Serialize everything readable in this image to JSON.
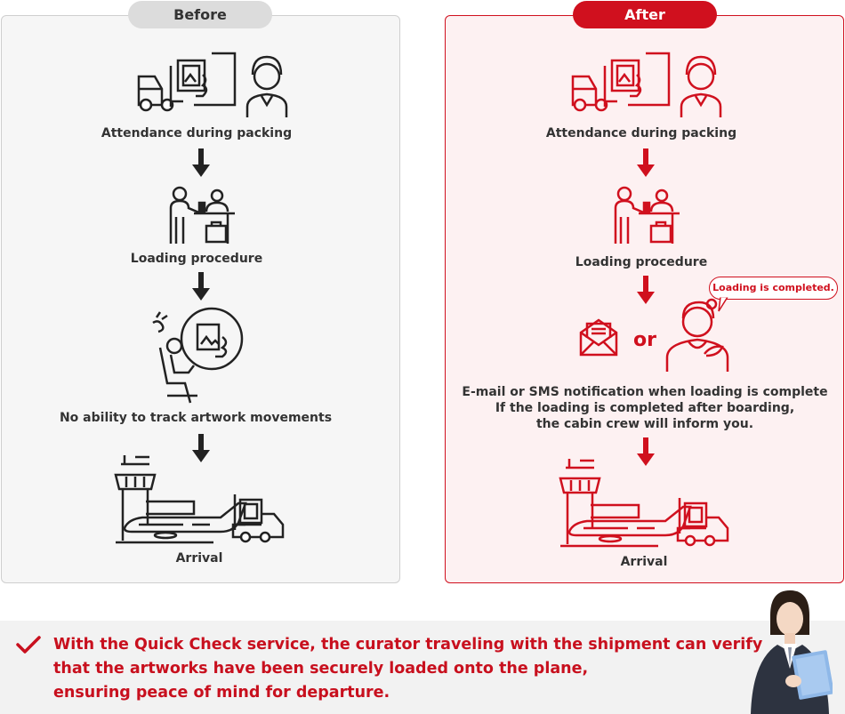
{
  "before": {
    "title": "Before",
    "steps": [
      "Attendance during packing",
      "Loading procedure",
      "No ability to track artwork movements",
      "Arrival"
    ]
  },
  "after": {
    "title": "After",
    "steps": [
      "Attendance during packing",
      "Loading procedure",
      "Arrival"
    ],
    "or_label": "or",
    "speech_bubble": "Loading is completed.",
    "notification_lines": [
      "E-mail or SMS notification when loading is complete",
      "If the loading is completed after boarding,",
      "the cabin crew will inform you."
    ]
  },
  "footer": {
    "lines": [
      "With the Quick Check service, the curator traveling with the shipment can verify",
      "that the artworks have been securely loaded onto the plane,",
      "ensuring peace of mind for departure."
    ]
  },
  "colors": {
    "accent": "#d0101e",
    "before_stroke": "#222222",
    "before_panel": "#f6f6f6",
    "after_panel": "#fdf1f2"
  }
}
